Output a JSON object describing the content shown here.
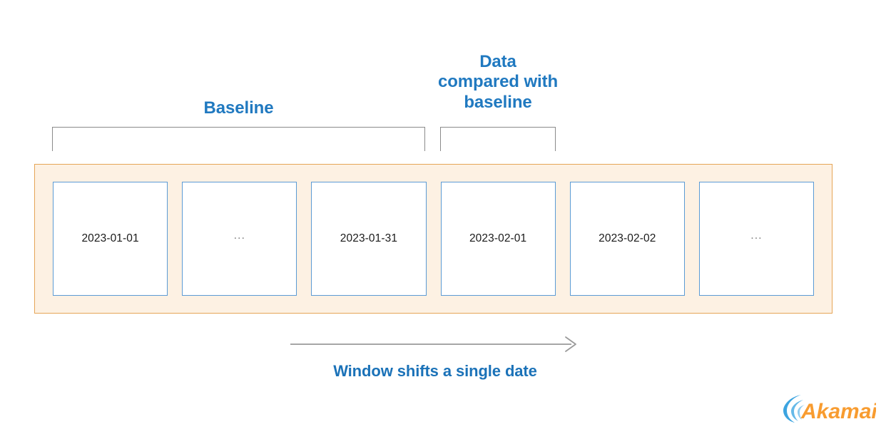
{
  "diagram": {
    "headings": {
      "baseline": "Baseline",
      "compared_lines": [
        "Data",
        "compared with",
        "baseline"
      ]
    },
    "window": {
      "cells": [
        {
          "label": "2023-01-01",
          "kind": "date"
        },
        {
          "label": "...",
          "kind": "ellipsis"
        },
        {
          "label": "2023-01-31",
          "kind": "date"
        },
        {
          "label": "2023-02-01",
          "kind": "date"
        },
        {
          "label": "2023-02-02",
          "kind": "date"
        },
        {
          "label": "...",
          "kind": "ellipsis"
        }
      ]
    },
    "caption": "Window shifts a single date",
    "logo": {
      "wordmark": "Akamai"
    },
    "colors": {
      "heading_blue": "#2079C0",
      "caption_blue": "#1B72B8",
      "cell_border_blue": "#5B9BD5",
      "window_fill": "#FDF1E3",
      "window_border": "#E6A557",
      "bracket_gray": "#8A8A8A",
      "arrow_gray": "#9A9A9A",
      "logo_orange": "#F89C30",
      "logo_blue": "#3CA4E0"
    }
  }
}
